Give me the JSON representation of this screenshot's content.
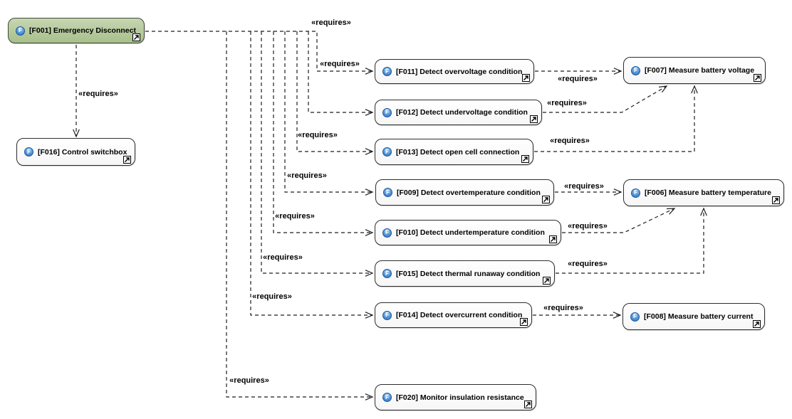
{
  "diagram": {
    "icon_letter": "F",
    "colors": {
      "highlight_fill_top": "#c7d6b2",
      "highlight_fill_bottom": "#a8bf8b",
      "node_fill": "#ffffff",
      "node_border": "#2d2d2d",
      "edge_color": "#1f1f1f",
      "function_icon_blue": "#2b6ab9"
    },
    "nodes": [
      {
        "id": "F001",
        "label": "[F001] Emergency Disconnect",
        "highlighted": true
      },
      {
        "id": "F016",
        "label": "[F016] Control switchbox",
        "highlighted": false
      },
      {
        "id": "F011",
        "label": "[F011] Detect overvoltage condition",
        "highlighted": false
      },
      {
        "id": "F012",
        "label": "[F012] Detect undervoltage condition",
        "highlighted": false
      },
      {
        "id": "F013",
        "label": "[F013] Detect open cell connection",
        "highlighted": false
      },
      {
        "id": "F009",
        "label": "[F009] Detect overtemperature condition",
        "highlighted": false
      },
      {
        "id": "F010",
        "label": "[F010] Detect undertemperature condition",
        "highlighted": false
      },
      {
        "id": "F015",
        "label": "[F015] Detect thermal runaway condition",
        "highlighted": false
      },
      {
        "id": "F014",
        "label": "[F014] Detect overcurrent condition",
        "highlighted": false
      },
      {
        "id": "F020",
        "label": "[F020] Monitor insulation resistance",
        "highlighted": false
      },
      {
        "id": "F007",
        "label": "[F007] Measure battery voltage",
        "highlighted": false
      },
      {
        "id": "F006",
        "label": "[F006] Measure battery temperature",
        "highlighted": false
      },
      {
        "id": "F008",
        "label": "[F008] Measure battery current",
        "highlighted": false
      }
    ],
    "edges": [
      {
        "from": "F001",
        "to": "F016",
        "label": "«requires»"
      },
      {
        "from": "F001",
        "to": "F011",
        "label": "«requires»"
      },
      {
        "from": "F001",
        "to": "F012",
        "label": "«requires»"
      },
      {
        "from": "F001",
        "to": "F013",
        "label": "«requires»"
      },
      {
        "from": "F001",
        "to": "F009",
        "label": "«requires»"
      },
      {
        "from": "F001",
        "to": "F010",
        "label": "«requires»"
      },
      {
        "from": "F001",
        "to": "F015",
        "label": "«requires»"
      },
      {
        "from": "F001",
        "to": "F014",
        "label": "«requires»"
      },
      {
        "from": "F001",
        "to": "F020",
        "label": "«requires»"
      },
      {
        "from": "F011",
        "to": "F007",
        "label": "«requires»"
      },
      {
        "from": "F012",
        "to": "F007",
        "label": "«requires»"
      },
      {
        "from": "F013",
        "to": "F007",
        "label": "«requires»"
      },
      {
        "from": "F009",
        "to": "F006",
        "label": "«requires»"
      },
      {
        "from": "F010",
        "to": "F006",
        "label": "«requires»"
      },
      {
        "from": "F015",
        "to": "F006",
        "label": "«requires»"
      },
      {
        "from": "F014",
        "to": "F008",
        "label": "«requires»"
      }
    ]
  }
}
